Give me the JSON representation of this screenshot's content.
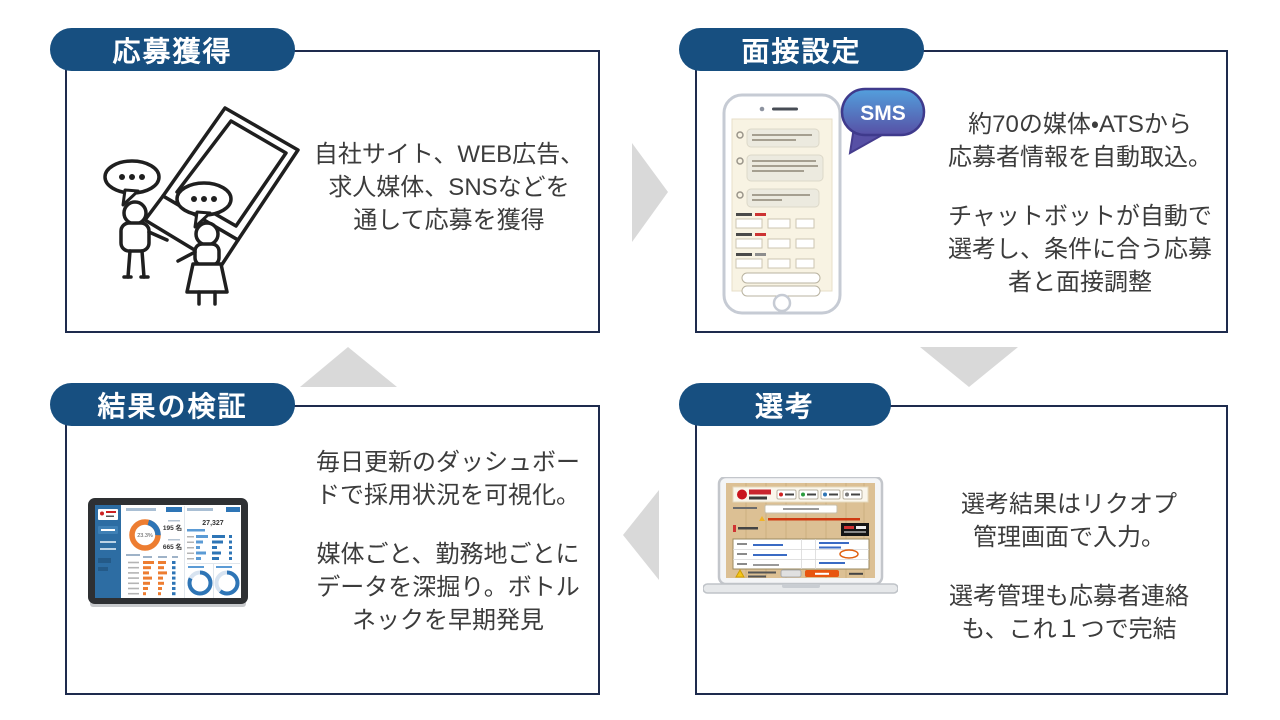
{
  "colors": {
    "header_navy": "#174f80",
    "box_border_navy": "#1e2b4d",
    "arrow_gray": "#d9d9d9",
    "body_text": "#3c3c3c",
    "sms_bubble_top": "#53a0dd",
    "sms_bubble_bottom": "#5750a5",
    "dashboard_orange": "#ed7d31",
    "dashboard_blue": "#2e75b6",
    "dashboard_sidebar_blue": "#2d6da3",
    "selection_button_orange": "#e8550f"
  },
  "steps": [
    {
      "title": "応募獲得",
      "paragraphs": [
        [
          "自社サイト、WEB広告、",
          "求人媒体、SNSなどを",
          "通して応募を獲得"
        ]
      ]
    },
    {
      "title": "面接設定",
      "paragraphs": [
        [
          "約70の媒体・ATSから",
          "応募者情報を自動取込。"
        ],
        [
          "チャットボットが自動で",
          "選考し、条件に合う応募",
          "者と面接調整"
        ]
      ]
    },
    {
      "title": "選考",
      "paragraphs": [
        [
          "選考結果はリクオプ",
          "管理画面で入力。"
        ],
        [
          "選考管理も応募者連絡",
          "も、これ１つで完結"
        ]
      ]
    },
    {
      "title": "結果の検証",
      "paragraphs": [
        [
          "毎日更新のダッシュボー",
          "ドで採用状況を可視化。"
        ],
        [
          "媒体ごと、勤務地ごとに",
          "データを深掘り。ボトル",
          "ネックを早期発見"
        ]
      ]
    }
  ],
  "illustrations": {
    "sms_badge": "SMS",
    "dashboard": {
      "donut_center": "23.3%",
      "count_top": "195 名",
      "count_bottom": "665 名",
      "total": "27,327"
    }
  }
}
